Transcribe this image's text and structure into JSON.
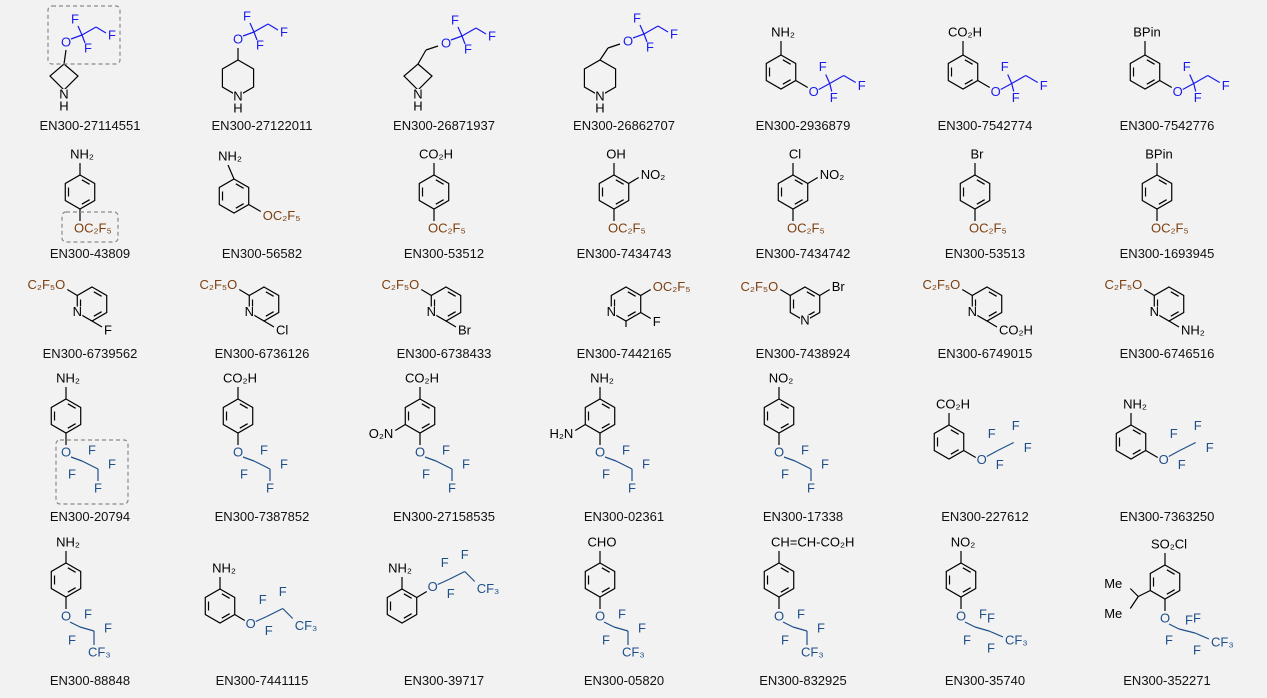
{
  "colors": {
    "background": "#f2f2f2",
    "bond": "#000000",
    "row1_fragment": "#1a1aee",
    "ocf2cf3_fragment": "#7b3f10",
    "fluoroalkoxy_fragment": "#1f4f8a"
  },
  "rows": [
    {
      "row": 1,
      "compounds": [
        {
          "id": "EN300-27114551",
          "labels": [
            "O",
            "F",
            "F",
            "F",
            "N",
            "H"
          ],
          "highlight": true
        },
        {
          "id": "EN300-27122011",
          "labels": [
            "O",
            "F",
            "F",
            "F",
            "N",
            "H"
          ]
        },
        {
          "id": "EN300-26871937",
          "labels": [
            "O",
            "F",
            "F",
            "F",
            "N",
            "H"
          ]
        },
        {
          "id": "EN300-26862707",
          "labels": [
            "O",
            "F",
            "F",
            "F",
            "N",
            "H"
          ]
        },
        {
          "id": "EN300-2936879",
          "labels": [
            "NH₂",
            "O",
            "F",
            "F",
            "F"
          ]
        },
        {
          "id": "EN300-7542774",
          "labels": [
            "CO₂H",
            "O",
            "F",
            "F",
            "F"
          ]
        },
        {
          "id": "EN300-7542776",
          "labels": [
            "BPin",
            "O",
            "F",
            "F",
            "F"
          ]
        }
      ]
    },
    {
      "row": 2,
      "compounds": [
        {
          "id": "EN300-43809",
          "labels": [
            "NH₂",
            "OC₂F₅"
          ],
          "highlight": true
        },
        {
          "id": "EN300-56582",
          "labels": [
            "NH₂",
            "OC₂F₅"
          ]
        },
        {
          "id": "EN300-53512",
          "labels": [
            "CO₂H",
            "OC₂F₅"
          ]
        },
        {
          "id": "EN300-7434743",
          "labels": [
            "OH",
            "NO₂",
            "OC₂F₅"
          ]
        },
        {
          "id": "EN300-7434742",
          "labels": [
            "Cl",
            "NO₂",
            "OC₂F₅"
          ]
        },
        {
          "id": "EN300-53513",
          "labels": [
            "Br",
            "OC₂F₅"
          ]
        },
        {
          "id": "EN300-1693945",
          "labels": [
            "BPin",
            "OC₂F₅"
          ]
        }
      ]
    },
    {
      "row": 3,
      "compounds": [
        {
          "id": "EN300-6739562",
          "labels": [
            "C₂F₅O",
            "N",
            "F"
          ]
        },
        {
          "id": "EN300-6736126",
          "labels": [
            "C₂F₅O",
            "N",
            "Cl"
          ]
        },
        {
          "id": "EN300-6738433",
          "labels": [
            "C₂F₅O",
            "N",
            "Br"
          ]
        },
        {
          "id": "EN300-7442165",
          "labels": [
            "OC₂F₅",
            "N",
            "F"
          ]
        },
        {
          "id": "EN300-7438924",
          "labels": [
            "C₂F₅O",
            "Br",
            "N"
          ]
        },
        {
          "id": "EN300-6749015",
          "labels": [
            "C₂F₅O",
            "N",
            "CO₂H"
          ]
        },
        {
          "id": "EN300-6746516",
          "labels": [
            "C₂F₅O",
            "N",
            "NH₂"
          ]
        }
      ]
    },
    {
      "row": 4,
      "compounds": [
        {
          "id": "EN300-20794",
          "labels": [
            "NH₂",
            "O",
            "F",
            "F",
            "F",
            "F"
          ],
          "highlight": true
        },
        {
          "id": "EN300-7387852",
          "labels": [
            "CO₂H",
            "O",
            "F",
            "F",
            "F",
            "F"
          ]
        },
        {
          "id": "EN300-27158535",
          "labels": [
            "CO₂H",
            "O₂N",
            "O",
            "F",
            "F",
            "F",
            "F"
          ]
        },
        {
          "id": "EN300-02361",
          "labels": [
            "NH₂",
            "H₂N",
            "O",
            "F",
            "F",
            "F",
            "F"
          ]
        },
        {
          "id": "EN300-17338",
          "labels": [
            "NO₂",
            "O",
            "F",
            "F",
            "F",
            "F"
          ]
        },
        {
          "id": "EN300-227612",
          "labels": [
            "CO₂H",
            "O",
            "F",
            "F",
            "F",
            "F"
          ]
        },
        {
          "id": "EN300-7363250",
          "labels": [
            "NH₂",
            "O",
            "F",
            "F",
            "F",
            "F"
          ]
        }
      ]
    },
    {
      "row": 5,
      "compounds": [
        {
          "id": "EN300-88848",
          "labels": [
            "NH₂",
            "O",
            "F",
            "F",
            "F",
            "CF₃"
          ]
        },
        {
          "id": "EN300-7441115",
          "labels": [
            "NH₂",
            "O",
            "F",
            "F",
            "F",
            "CF₃"
          ]
        },
        {
          "id": "EN300-39717",
          "labels": [
            "NH₂",
            "O",
            "F",
            "F",
            "F",
            "CF₃"
          ]
        },
        {
          "id": "EN300-05820",
          "labels": [
            "CHO",
            "O",
            "F",
            "F",
            "F",
            "CF₃"
          ]
        },
        {
          "id": "EN300-832925",
          "labels": [
            "CH=CH-CO₂H",
            "O",
            "F",
            "F",
            "F",
            "CF₃"
          ]
        },
        {
          "id": "EN300-35740",
          "labels": [
            "NO₂",
            "O",
            "F",
            "F",
            "F",
            "F",
            "CF₃"
          ]
        },
        {
          "id": "EN300-352271",
          "labels": [
            "SO₂Cl",
            "Me",
            "Me",
            "O",
            "F",
            "F",
            "F",
            "F",
            "CF₃"
          ]
        }
      ]
    }
  ]
}
